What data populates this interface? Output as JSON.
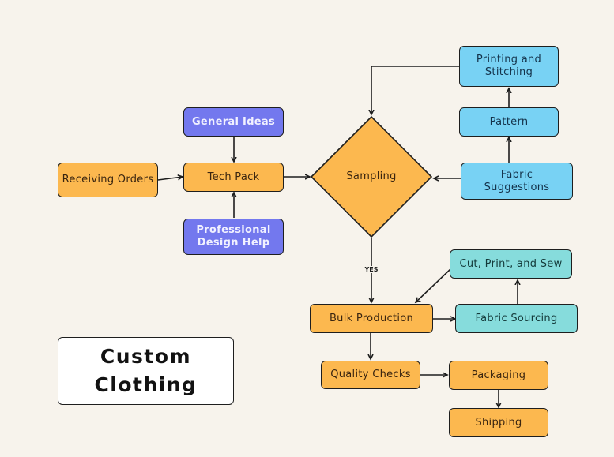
{
  "title": "Custom\nClothing",
  "title_lines": [
    "Custom",
    "Clothing"
  ],
  "colors": {
    "background": "#f7f3ec",
    "orange": "#fcb84f",
    "purple": "#7378ee",
    "blue": "#78d2f4",
    "teal": "#86dcdc",
    "stroke": "#1e1e1e"
  },
  "nodes": {
    "receiving_orders": "Receiving Orders",
    "general_ideas": "General Ideas",
    "tech_pack": "Tech Pack",
    "professional_design_help": "Professional Design Help",
    "sampling": "Sampling",
    "printing_and_stitching": "Printing and Stitching",
    "pattern": "Pattern",
    "fabric_suggestions": "Fabric Suggestions",
    "cut_print_sew": "Cut, Print, and Sew",
    "bulk_production": "Bulk Production",
    "fabric_sourcing": "Fabric Sourcing",
    "quality_checks": "Quality Checks",
    "packaging": "Packaging",
    "shipping": "Shipping"
  },
  "edge_labels": {
    "sampling_to_bulk": "YES"
  },
  "edges": [
    [
      "receiving_orders",
      "tech_pack"
    ],
    [
      "general_ideas",
      "tech_pack"
    ],
    [
      "professional_design_help",
      "tech_pack"
    ],
    [
      "tech_pack",
      "sampling"
    ],
    [
      "fabric_suggestions",
      "sampling"
    ],
    [
      "fabric_suggestions",
      "pattern"
    ],
    [
      "pattern",
      "printing_and_stitching"
    ],
    [
      "printing_and_stitching",
      "sampling"
    ],
    [
      "sampling",
      "bulk_production"
    ],
    [
      "bulk_production",
      "fabric_sourcing"
    ],
    [
      "fabric_sourcing",
      "cut_print_sew"
    ],
    [
      "cut_print_sew",
      "bulk_production"
    ],
    [
      "bulk_production",
      "quality_checks"
    ],
    [
      "quality_checks",
      "packaging"
    ],
    [
      "packaging",
      "shipping"
    ]
  ]
}
